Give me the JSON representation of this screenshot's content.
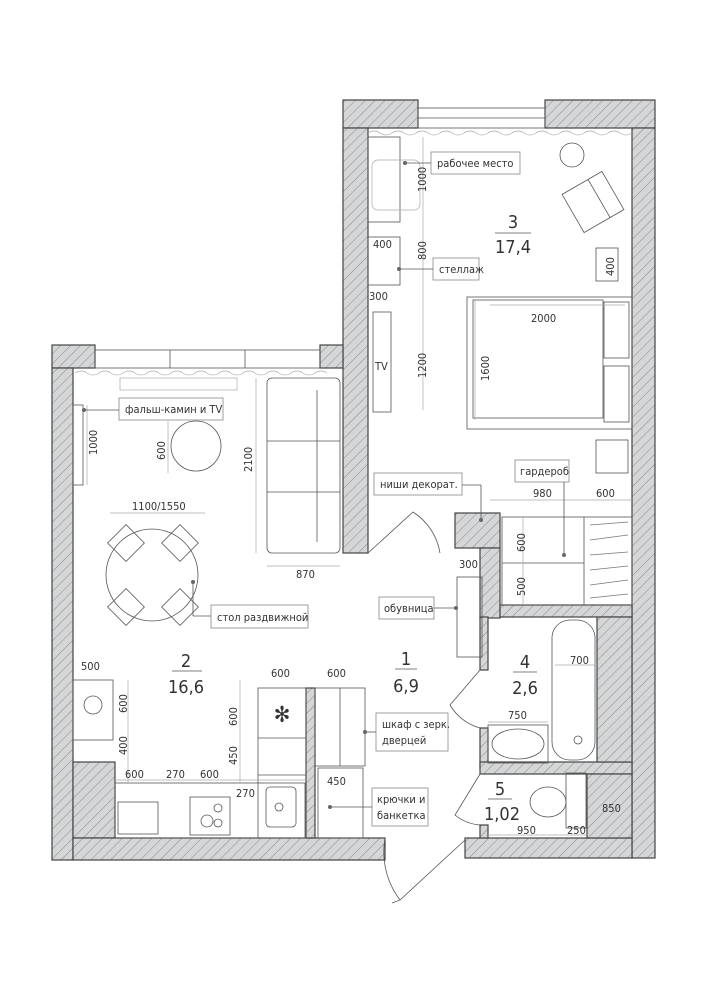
{
  "rooms": [
    {
      "number": "1",
      "area": "6,9"
    },
    {
      "number": "2",
      "area": "16,6"
    },
    {
      "number": "3",
      "area": "17,4"
    },
    {
      "number": "4",
      "area": "2,6"
    },
    {
      "number": "5",
      "area": "1,02"
    }
  ],
  "labels": {
    "workplace": "рабочее место",
    "shelf": "стеллаж",
    "niches": "ниши декорат.",
    "wardrobe": "гардероб",
    "fireplace": "фальш-камин и TV",
    "table": "стол раздвижной",
    "shoe_rack": "обувница",
    "mirror_cabinet_1": "шкаф с зерк.",
    "mirror_cabinet_2": "дверцей",
    "hooks_1": "крючки и",
    "hooks_2": "банкетка",
    "tv": "TV"
  },
  "dimensions": {
    "bed_desk_1000": "1000",
    "shelf_400": "400",
    "shelf_800": "800",
    "nightstand_400": "400",
    "tv_300": "300",
    "tv_1200": "1200",
    "bed_2000": "2000",
    "bed_1600": "1600",
    "wardrobe_980": "980",
    "wardrobe_600": "600",
    "fireplace_1000": "1000",
    "coffee_600": "600",
    "sofa_2100": "2100",
    "table_1100": "1100/1550",
    "sofa_870": "870",
    "closet_600": "600",
    "closet_500": "500",
    "shoe_300": "300",
    "kitchen_500": "500",
    "fridge_600": "600",
    "cab_600": "600",
    "bath_700": "700",
    "k_600_v": "600",
    "k2_600_v": "600",
    "sink_750": "750",
    "k_400_v": "400",
    "k_450_v": "450",
    "k_600_a": "600",
    "k_270_a": "270",
    "k_600_b": "600",
    "k_270_b": "270",
    "hooks_450": "450",
    "wc_850": "850",
    "wc_950": "950",
    "wc_250": "250"
  }
}
